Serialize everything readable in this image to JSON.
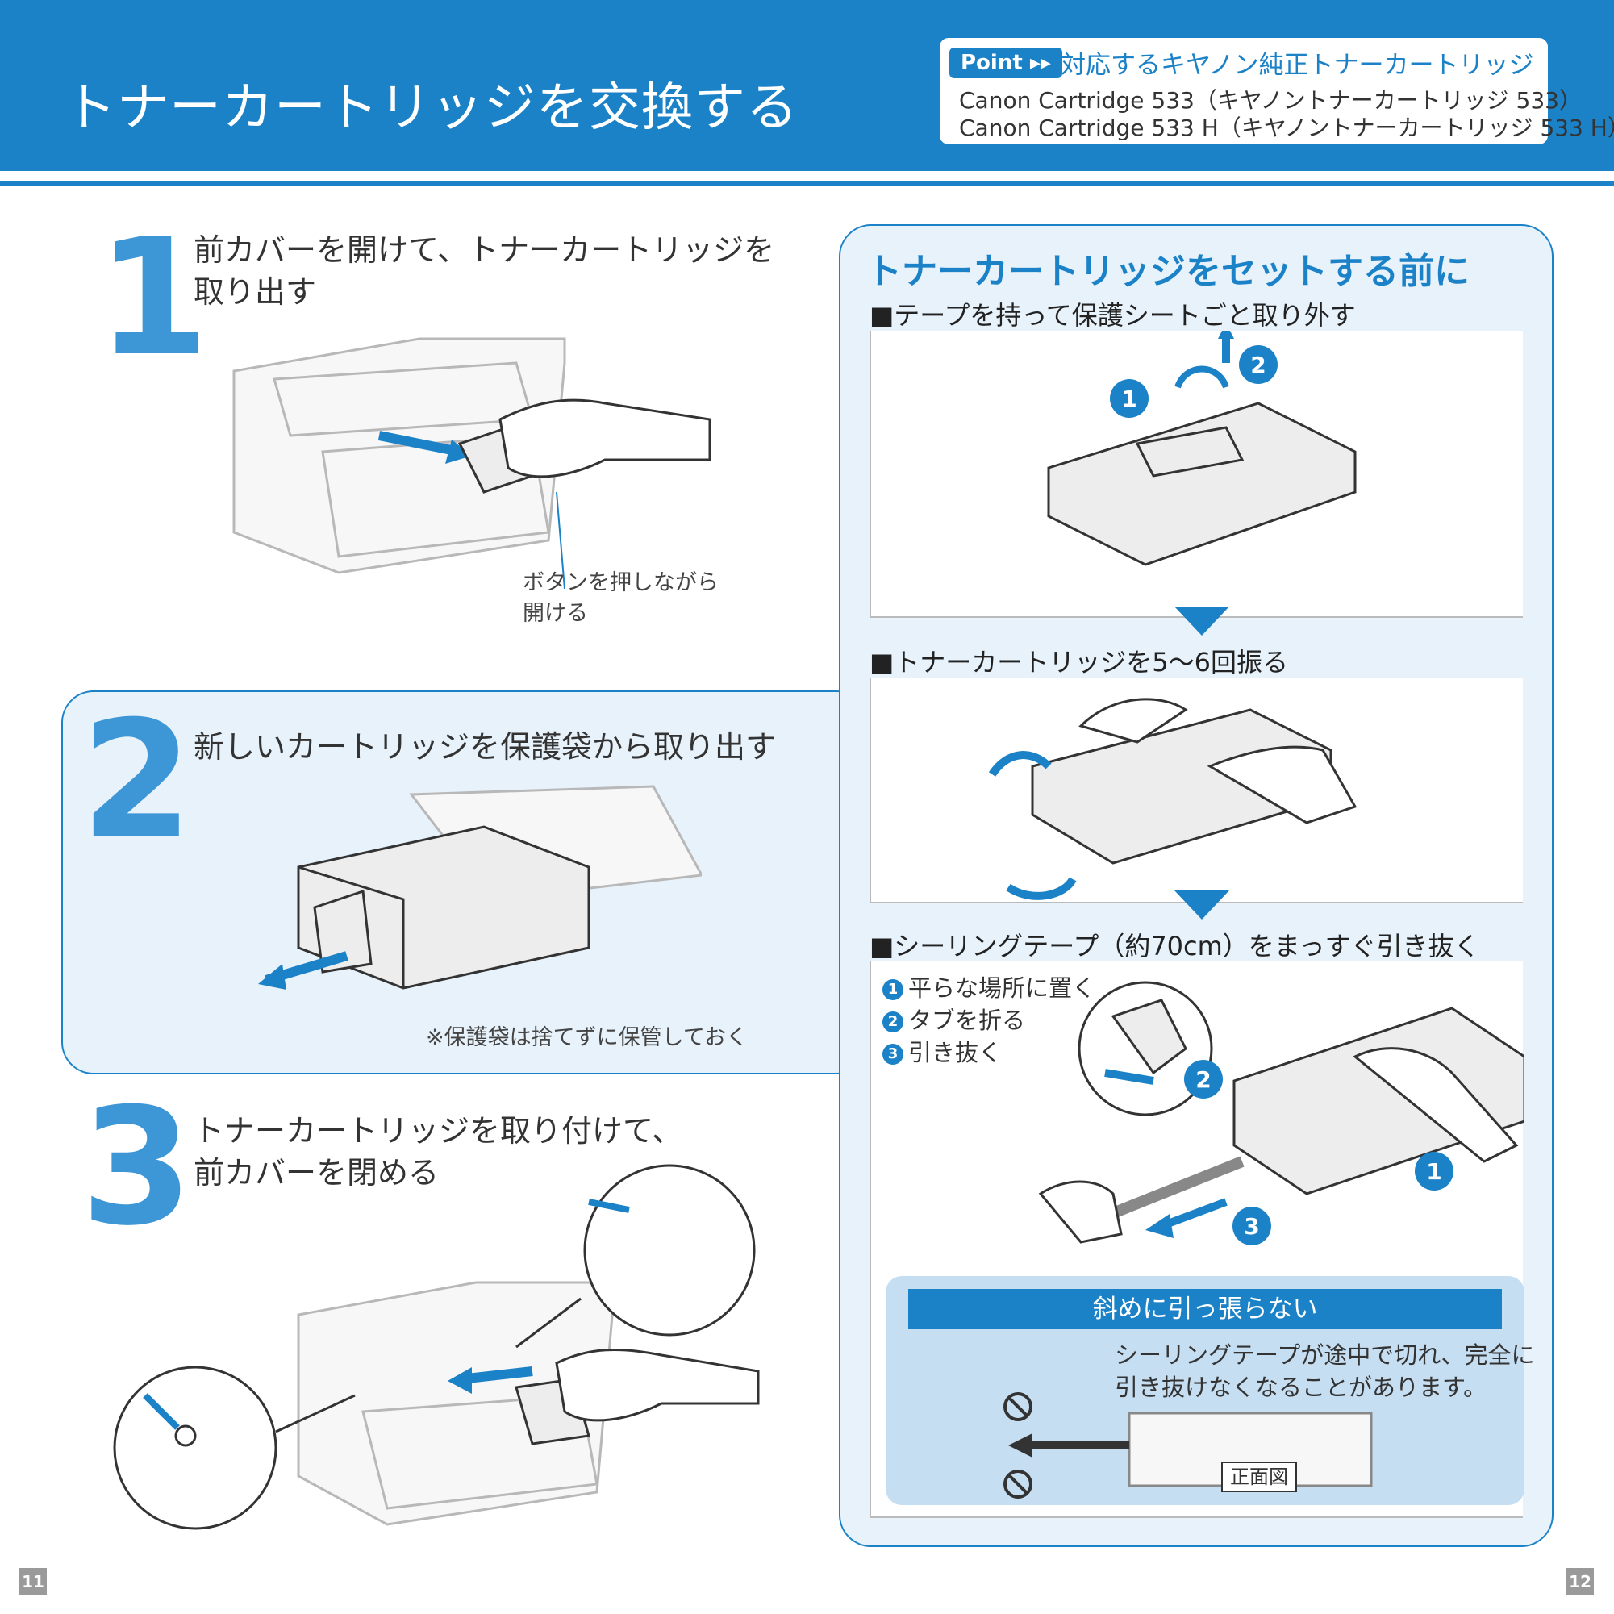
{
  "header": {
    "title": "トナーカートリッジを交換する",
    "point_badge": "Point ▸▸",
    "point_title": "対応するキヤノン純正トナーカートリッジ",
    "point_line1": "Canon Cartridge 533（キヤノントナーカートリッジ 533）",
    "point_line2": "Canon Cartridge 533 H（キヤノントナーカートリッジ 533 H）"
  },
  "step1": {
    "number": "1",
    "line1": "前カバーを開けて、トナーカートリッジを",
    "line2": "取り出す",
    "caption_line1": "ボタンを押しながら",
    "caption_line2": "開ける"
  },
  "step2": {
    "number": "2",
    "text": "新しいカートリッジを保護袋から取り出す",
    "note": "※保護袋は捨てずに保管しておく"
  },
  "step3": {
    "number": "3",
    "line1": "トナーカートリッジを取り付けて、",
    "line2": "前カバーを閉める"
  },
  "right_panel": {
    "title": "トナーカートリッジをセットする前に",
    "sub1": "■テープを持って保護シートごと取り外す",
    "sub2": "■トナーカートリッジを5～6回振る",
    "sub3": "■シーリングテープ（約70cm）をまっすぐ引き抜く",
    "sub1_marks": [
      "1",
      "2"
    ],
    "sub3_marks": [
      "2",
      "1",
      "3"
    ],
    "seal_steps": [
      {
        "num": "1",
        "text": "平らな場所に置く"
      },
      {
        "num": "2",
        "text": "タブを折る"
      },
      {
        "num": "3",
        "text": "引き抜く"
      }
    ],
    "warning": {
      "heading": "斜めに引っ張らない",
      "line1": "シーリングテープが途中で切れ、完全に",
      "line2": "引き抜けなくなることがあります。",
      "front_label": "正面図"
    }
  },
  "pages": {
    "left": "11",
    "right": "12"
  },
  "colors": {
    "accent": "#1b82c8",
    "step_number": "#3d96d6",
    "panel_bg": "#e8f2fb",
    "warning_bg": "#c6def1"
  }
}
